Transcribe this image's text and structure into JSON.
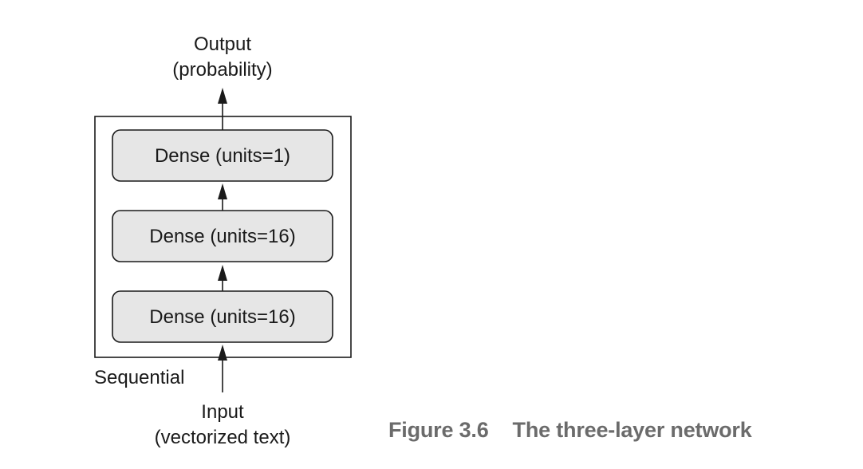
{
  "diagram": {
    "output_label": "Output",
    "output_sublabel": "(probability)",
    "container_label": "Sequential",
    "layers": [
      {
        "label": "Dense (units=1)"
      },
      {
        "label": "Dense (units=16)"
      },
      {
        "label": "Dense (units=16)"
      }
    ],
    "input_label": "Input",
    "input_sublabel": "(vectorized text)"
  },
  "caption": {
    "figure_number": "Figure 3.6",
    "title": "The three-layer network"
  }
}
